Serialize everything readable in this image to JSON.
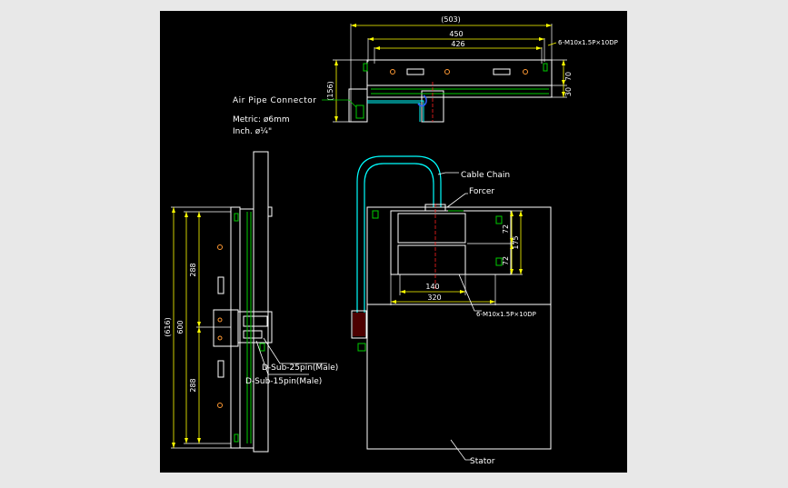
{
  "colors": {
    "page": "#e8e8e8",
    "canvas": "#000000",
    "outline": "#ffffff",
    "dimension": "#ffff00",
    "green": "#00cc00",
    "cyan": "#00ffff",
    "red": "#ff2020",
    "blue": "#3060ff",
    "orange": "#ff9933",
    "label": "#ffffff"
  },
  "top_view": {
    "dim_overall": "(503)",
    "dim_450": "450",
    "dim_426": "426",
    "dim_70": "70",
    "dim_30": "30",
    "dim_156": "(156)",
    "thread_note": "6-M10x1.5P×10DP"
  },
  "air_pipe": {
    "title": "Air Pipe Connector",
    "metric": "Metric: ø6mm",
    "inch": "Inch. ø¼\""
  },
  "side_view": {
    "dim_616": "(616)",
    "dim_600": "600",
    "dim_288_top": "288",
    "dim_288_bottom": "288",
    "dsub25": "D-Sub-25pin(Male)",
    "dsub15": "D-Sub-15pin(Male)"
  },
  "front_view": {
    "cable_chain": "Cable Chain",
    "forcer": "Forcer",
    "dim_72_top": "72",
    "dim_72_bottom": "72",
    "dim_175": "175",
    "dim_140": "140",
    "dim_320": "320",
    "thread_note": "6-M10x1.5P×10DP",
    "stator": "Stator"
  }
}
